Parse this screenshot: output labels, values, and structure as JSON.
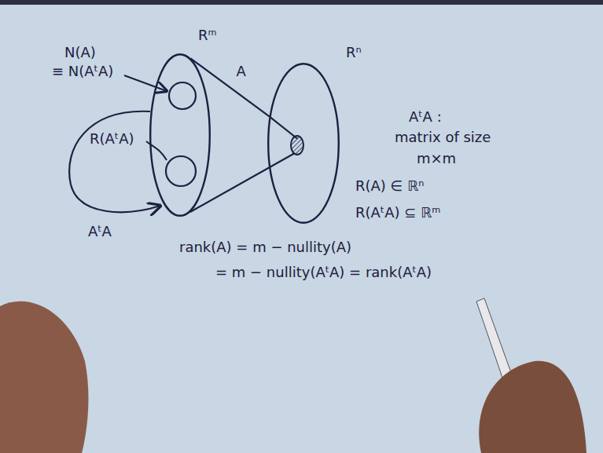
{
  "diagram": {
    "nodes": [
      {
        "text": [
          "Rᵐ"
        ]
      },
      {
        "text": [
          "Rⁿ"
        ]
      }
    ],
    "edges": [
      {
        "from": 0,
        "to": 1,
        "label": "A",
        "arrow": "none"
      }
    ],
    "labels": [
      "N(A)",
      "≡ N(AᵗA)",
      "R(AᵗA)",
      "AᵗA",
      "AᵗA :",
      "matrix of size",
      "m×m",
      "R(A) ∈ ℝⁿ",
      "R(AᵗA) ⊆ ℝᵐ",
      "rank(A) = m − nullity(A)",
      "= m − nullity(AᵗA) = rank(AᵗA)"
    ]
  }
}
